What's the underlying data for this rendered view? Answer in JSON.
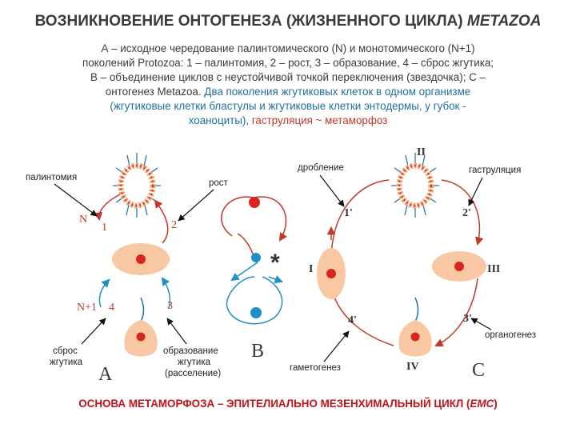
{
  "title": {
    "main": "ВОЗНИКНОВЕНИЕ ОНТОГЕНЕЗА (ЖИЗНЕННОГО ЦИКЛА)",
    "taxon": "METAZOA"
  },
  "description": {
    "line1": "А – исходное чередование палинтомического (N) и монотомического (N+1)",
    "line2": "поколений Protozoa: 1 – палинтомия, 2 – рост, 3 – образование, 4 – сброс жгутика;",
    "line3": "В – объединение циклов с неустойчивой точкой переключения (звездочка); С –",
    "line4_plain": "онтогенез Metazoa.",
    "line4_blue": "Два поколения жгутиковых клеток в одном организме",
    "line5_blue": "(жгутиковые клетки бластулы и жгутиковые клетки энтодермы, у губок -",
    "line6_blue": "хоаноциты),",
    "line6_red": "гаструляция ~ метаморфоз"
  },
  "panel_a": {
    "letter": "A",
    "label_palintomy": "палинтомия",
    "label_growth": "рост",
    "label_flagellum_1": "сброс",
    "label_flagellum_2": "жгутика",
    "label_formation_1": "образование",
    "label_formation_2": "жгутика",
    "label_formation_3": "(расселение)",
    "gen_n": "N",
    "gen_n1": "N+1",
    "step1": "1",
    "step2": "2",
    "step3": "3",
    "step4": "4"
  },
  "panel_b": {
    "letter": "B",
    "switch_mark": "*"
  },
  "panel_c": {
    "letter": "C",
    "label_cleavage": "дробление",
    "label_gastrulation": "гаструляция",
    "label_organogenesis": "органогенез",
    "label_gametogenesis": "гаметогенез",
    "stage_i": "I",
    "stage_ii": "II",
    "stage_iii": "III",
    "stage_iv": "IV",
    "step1": "1'",
    "step2": "2'",
    "step3": "3'",
    "step4": "4'"
  },
  "footer": {
    "text": "ОСНОВА МЕТАМОРФОЗА – ЭПИТЕЛИАЛЬНО МЕЗЕНХИМАЛЬНЫЙ ЦИКЛ (",
    "abbr": "ЕМС",
    "close": ")"
  },
  "colors": {
    "cell_fill": "#f8c8a4",
    "nucleus": "#d7261f",
    "cycle_arrow": "#c0392b",
    "switch_arrow": "#1f8fc8",
    "flagellum_blue": "#1f6f9f"
  }
}
